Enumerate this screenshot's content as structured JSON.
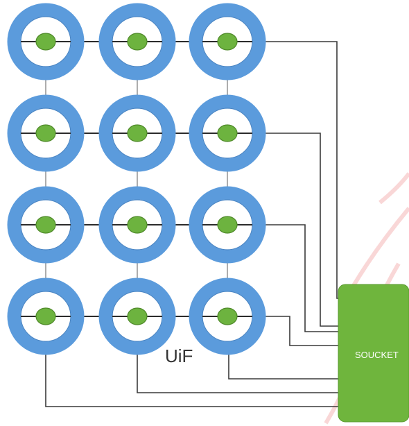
{
  "diagram": {
    "grid_label": "UiF",
    "socket_label": "SOUCKET",
    "grid": {
      "rows": 4,
      "cols": 3
    },
    "node_icon": "ring-electrode-icon",
    "colors": {
      "ring": "#5b9bdc",
      "dot": "#6db33f",
      "socket": "#6fb53d",
      "wire": "#3a3a3a"
    }
  }
}
